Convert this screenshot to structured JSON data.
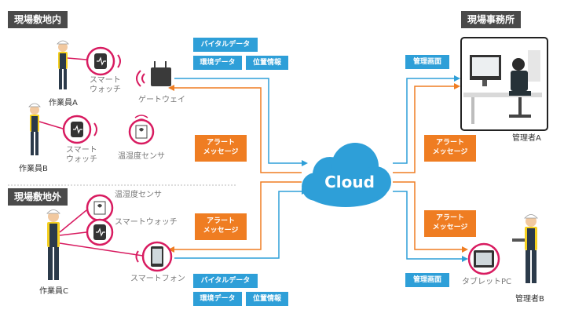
{
  "zones": {
    "site_inside": "現場敷地内",
    "site_outside": "現場敷地外",
    "site_office": "現場事務所"
  },
  "cloud_label": "Cloud",
  "workers": {
    "a": "作業員A",
    "b": "作業員B",
    "c": "作業員C"
  },
  "managers": {
    "a": "管理者A",
    "b": "管理者B"
  },
  "devices": {
    "smartwatch_2line": [
      "スマート",
      "ウォッチ"
    ],
    "smartwatch": "スマートウォッチ",
    "gateway": "ゲートウェイ",
    "temp_humidity_sensor": "温湿度センサ",
    "smartphone": "スマートフォン",
    "tablet": "タブレットPC"
  },
  "data_tags": {
    "vital": "バイタルデータ",
    "environment": "環境データ",
    "location": "位置情報",
    "admin_screen": "管理画面"
  },
  "alert_lines": [
    "アラート",
    "メッセージ"
  ],
  "colors": {
    "blue": "#2e9fd8",
    "orange": "#ef7d22",
    "dark": "#4a4a4a",
    "alert_red": "#d81b60"
  }
}
